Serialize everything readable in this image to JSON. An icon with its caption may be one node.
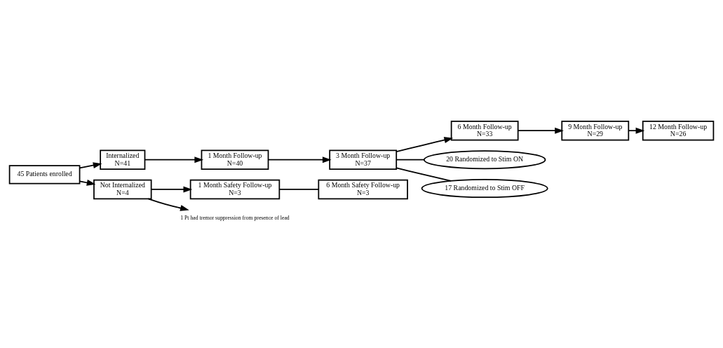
{
  "diagram": {
    "nodes": [
      {
        "text": [
          "45 Patients enrolled"
        ]
      },
      {
        "text": [
          "Internalized",
          "N=41"
        ]
      },
      {
        "text": [
          "1 Month Follow-up",
          "N=40"
        ]
      },
      {
        "text": [
          "3 Month Follow-up",
          "N=37"
        ]
      },
      {
        "text": [
          "6 Month Follow-up",
          "N=33"
        ]
      },
      {
        "text": [
          "9 Month Follow-up",
          "N=29"
        ]
      },
      {
        "text": [
          "12 Month Follow-up",
          "N=26"
        ]
      },
      {
        "text": [
          "20 Randomized to Stim ON"
        ]
      },
      {
        "text": [
          "17 Randomized to Stim OFF"
        ]
      },
      {
        "text": [
          "Not Internalized",
          "N=4"
        ]
      },
      {
        "text": [
          "1 Month Safety Follow-up",
          "N=3"
        ]
      },
      {
        "text": [
          "6 Month Safety Follow-up",
          "N=3"
        ]
      },
      {
        "text": [
          "1 Pt had tremor suppression from presence of lead"
        ]
      }
    ],
    "edges": [
      {
        "from": 0,
        "to": 1,
        "arrow": "to"
      },
      {
        "from": 1,
        "to": 2,
        "arrow": "to"
      },
      {
        "from": 2,
        "to": 3,
        "arrow": "to"
      },
      {
        "from": 3,
        "to": 4,
        "arrow": "to"
      },
      {
        "from": 4,
        "to": 5,
        "arrow": "to"
      },
      {
        "from": 5,
        "to": 6,
        "arrow": "to"
      },
      {
        "from": 3,
        "to": 7,
        "arrow": "none"
      },
      {
        "from": 3,
        "to": 8,
        "arrow": "none"
      },
      {
        "from": 0,
        "to": 9,
        "arrow": "to"
      },
      {
        "from": 9,
        "to": 10,
        "arrow": "to"
      },
      {
        "from": 10,
        "to": 11,
        "arrow": "none"
      },
      {
        "from": 9,
        "to": 12,
        "arrow": "to"
      }
    ]
  }
}
